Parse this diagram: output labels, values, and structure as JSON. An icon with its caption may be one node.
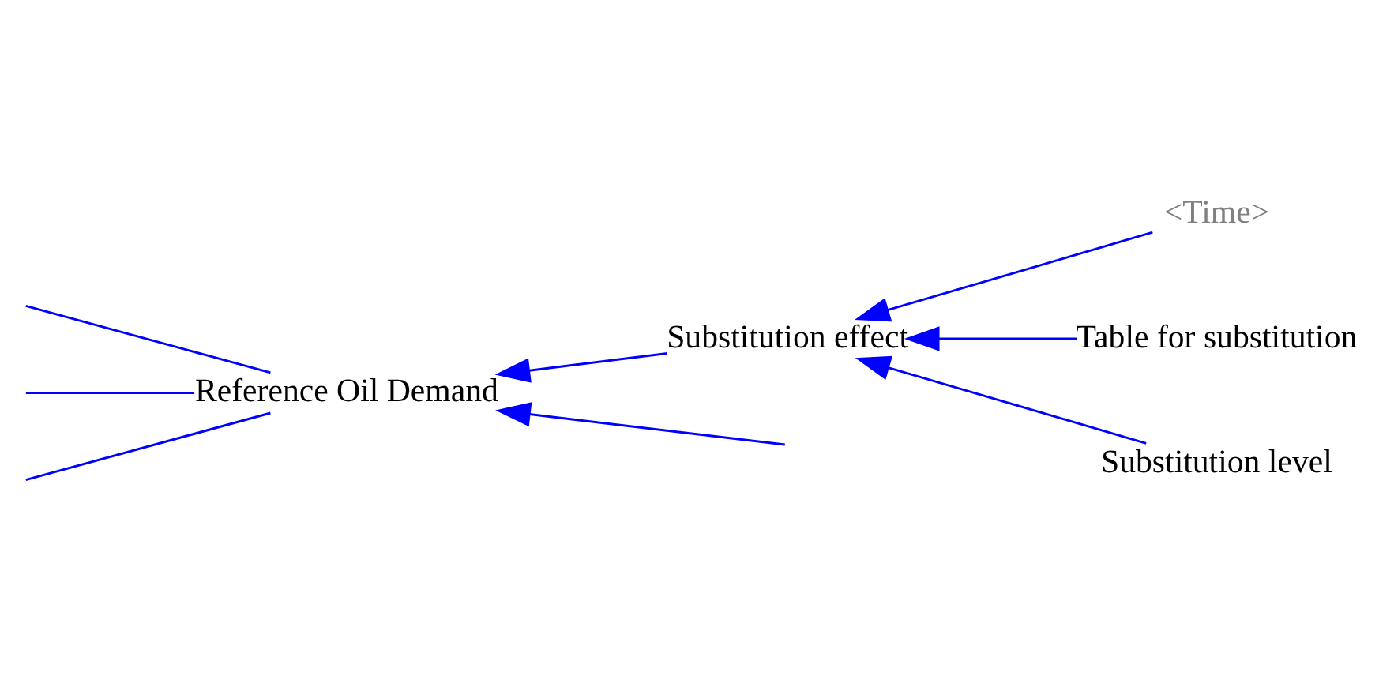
{
  "diagram": {
    "nodes": [
      {
        "text": [
          "<Time>"
        ]
      },
      {
        "text": [
          "Substitution effect"
        ]
      },
      {
        "text": [
          "Table for substitution"
        ]
      },
      {
        "text": [
          "Substitution level"
        ]
      },
      {
        "text": [
          "Reference Oil Demand"
        ]
      }
    ],
    "edges": [
      {
        "from": 0,
        "to": 1,
        "arrow": "to"
      },
      {
        "from": 2,
        "to": 1,
        "arrow": "to"
      },
      {
        "from": 3,
        "to": 1,
        "arrow": "to"
      },
      {
        "from": 1,
        "to": 4,
        "arrow": "to"
      },
      {
        "from": null,
        "to": 4,
        "arrow": "to"
      },
      {
        "from": 4,
        "to": null,
        "arrow": "none"
      },
      {
        "from": 4,
        "to": null,
        "arrow": "none"
      },
      {
        "from": 4,
        "to": null,
        "arrow": "none"
      }
    ]
  }
}
